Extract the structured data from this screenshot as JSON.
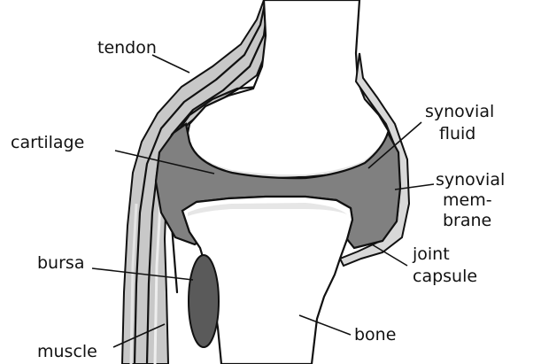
{
  "labels": {
    "tendon": "tendon",
    "cartilage": "cartilage",
    "synovial_fluid_1": "synovial",
    "synovial_fluid_2": "fluid",
    "synovial_membrane_1": "synovial",
    "synovial_membrane_2": "mem-",
    "synovial_membrane_3": "brane",
    "bursa": "bursa",
    "joint_capsule_1": "joint",
    "joint_capsule_2": "capsule",
    "muscle": "muscle",
    "bone": "bone"
  },
  "colors": {
    "fluid": "#808080",
    "bursa": "#5a5a5a",
    "muscle": "#c4c4c4",
    "tendon": "#d4d4d4",
    "cartilage": "#e6e6e6",
    "outline": "#111111"
  }
}
